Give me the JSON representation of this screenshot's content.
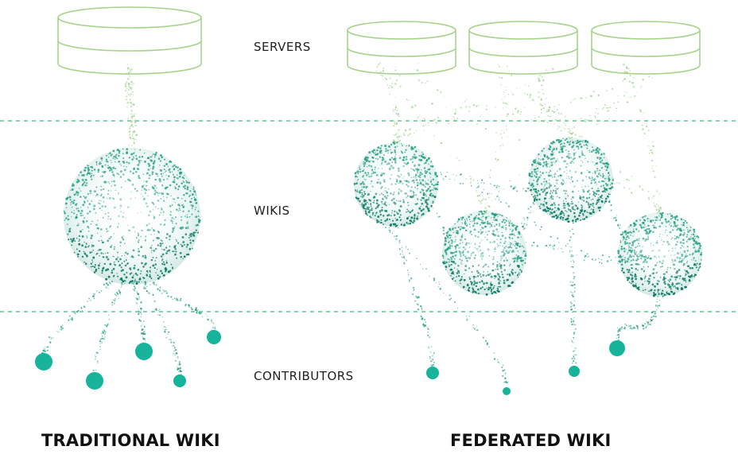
{
  "labels": {
    "servers": "SERVERS",
    "wikis": "WIKIS",
    "contributors": "CONTRIBUTORS"
  },
  "titles": {
    "traditional": "TRADITIONAL WIKI",
    "federated": "FEDERATED WIKI"
  },
  "colors": {
    "server_outline": "#a6d48c",
    "server_stream": "#9fd08e",
    "wiki_dots": "#1f9a7e",
    "wiki_dots_dark": "#0f7c66",
    "contributor": "#17b39a",
    "divider": "#5cc58f"
  },
  "diagram": {
    "traditional": {
      "servers": 1,
      "wikis": 1,
      "contributors": 5
    },
    "federated": {
      "servers": 3,
      "wikis": 4,
      "contributors": 4
    }
  }
}
